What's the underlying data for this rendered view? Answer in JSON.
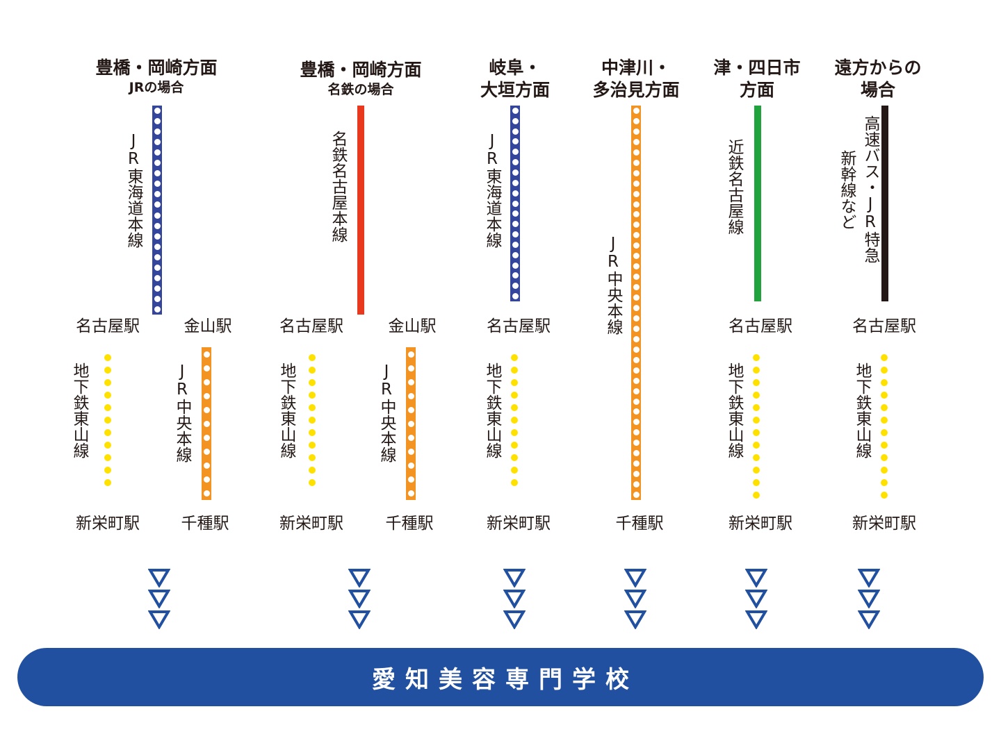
{
  "colors": {
    "jr_tokaido": "#34469c",
    "meitetsu": "#e8381e",
    "jr_chuo": "#f29322",
    "kintetsu": "#20a23c",
    "express": "#231815",
    "subway_higashiyama": "#ffe100",
    "arrow": "#2150a0",
    "banner": "#2150a0"
  },
  "routes": [
    {
      "heading": [
        "豊橋・岡崎方面",
        "JRの場合"
      ],
      "first_line": "JR東海道本線",
      "transfers": [
        {
          "from": "名古屋駅",
          "line": "地下鉄東山線",
          "to": "新栄町駅"
        },
        {
          "from": "金山駅",
          "line": "JR中央本線",
          "to": "千種駅"
        }
      ]
    },
    {
      "heading": [
        "豊橋・岡崎方面",
        "名鉄の場合"
      ],
      "first_line": "名鉄名古屋本線",
      "transfers": [
        {
          "from": "名古屋駅",
          "line": "地下鉄東山線",
          "to": "新栄町駅"
        },
        {
          "from": "金山駅",
          "line": "JR中央本線",
          "to": "千種駅"
        }
      ]
    },
    {
      "heading": [
        "岐阜・",
        "大垣方面"
      ],
      "first_line": "JR東海道本線",
      "transfers": [
        {
          "from": "名古屋駅",
          "line": "地下鉄東山線",
          "to": "新栄町駅"
        }
      ]
    },
    {
      "heading": [
        "中津川・",
        "多治見方面"
      ],
      "first_line": "JR中央本線",
      "transfers": [
        {
          "to": "千種駅"
        }
      ]
    },
    {
      "heading": [
        "津・四日市",
        "方面"
      ],
      "first_line": "近鉄名古屋線",
      "transfers": [
        {
          "from": "名古屋駅",
          "line": "地下鉄東山線",
          "to": "新栄町駅"
        }
      ]
    },
    {
      "heading": [
        "遠方からの",
        "場合"
      ],
      "first_line": "高速バス・JR特急",
      "first_line_sub": "新幹線など",
      "transfers": [
        {
          "from": "名古屋駅",
          "line": "地下鉄東山線",
          "to": "新栄町駅"
        }
      ]
    }
  ],
  "destination": "愛知美容専門学校"
}
